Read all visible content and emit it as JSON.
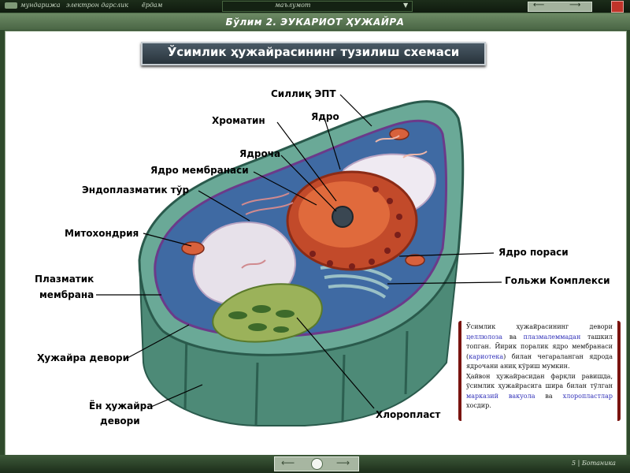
{
  "topbar": {
    "menu": [
      "мундарижа",
      "электрон дарслик",
      "ёрдам"
    ],
    "center_title": "маълумот",
    "nav_icons": [
      "arrow-left-icon",
      "arrow-right-icon"
    ],
    "close_icon": "close-icon"
  },
  "section_header": "Бўлим 2.  ЭУКАРИОТ ҲУЖАЙРА",
  "panel_title": "Ўсимлик ҳужайрасининг тузилиш схемаси",
  "labels": {
    "sillik_ept": "Силлиқ ЭПТ",
    "xromatin": "Хроматин",
    "yadro": "Ядро",
    "yadrocha": "Ядроча",
    "yadro_membranasi": "Ядро мембранаси",
    "endoplazmatik_tur": "Эндоплазматик тўр",
    "mitoxondriya": "Митохондрия",
    "plazmatik_membrana_1": "Плазматик",
    "plazmatik_membrana_2": "мембрана",
    "hujayra_devori": "Ҳужайра девори",
    "yon_hujayra_devori_1": "Ён ҳужайра",
    "yon_hujayra_devori_2": "девори",
    "yadro_porasi": "Ядро пораси",
    "golji": "Гольжи Комплекси",
    "xloroplast": "Хлоропласт"
  },
  "description": {
    "p1_a": "Ўсимлик ҳужайрасининг девори",
    "p1_hl1": "целлюлоза",
    "p1_b": "ва",
    "p1_hl2": "плазмалеммадан",
    "p1_c": "ташкил топган. Йирик поралик ядро мембранаси (",
    "p1_hl3": "кариотека",
    "p1_d": ") билан чегараланган ядрода ядрочани аниқ кўриш мумкин.",
    "p2_a": "Ҳайвон ҳужайрасидан фарқли равишда, ўсимлик ҳужайрасига шира билан тўлган",
    "p2_hl1": "марказий вакуола",
    "p2_b": "ва",
    "p2_hl2": "хлоропластлар",
    "p2_c": "хосдир."
  },
  "bottombar": {
    "nav_icons": [
      "arrow-left-icon",
      "home-icon",
      "arrow-right-icon"
    ],
    "brand": "5 | Ботаника"
  },
  "colors": {
    "cell_wall": "#5f9c8a",
    "cytoplasm": "#3f6aa3",
    "nucleus": "#d8402a",
    "highlight_text": "#2f2fb8",
    "textbox_border": "#7a1410"
  }
}
